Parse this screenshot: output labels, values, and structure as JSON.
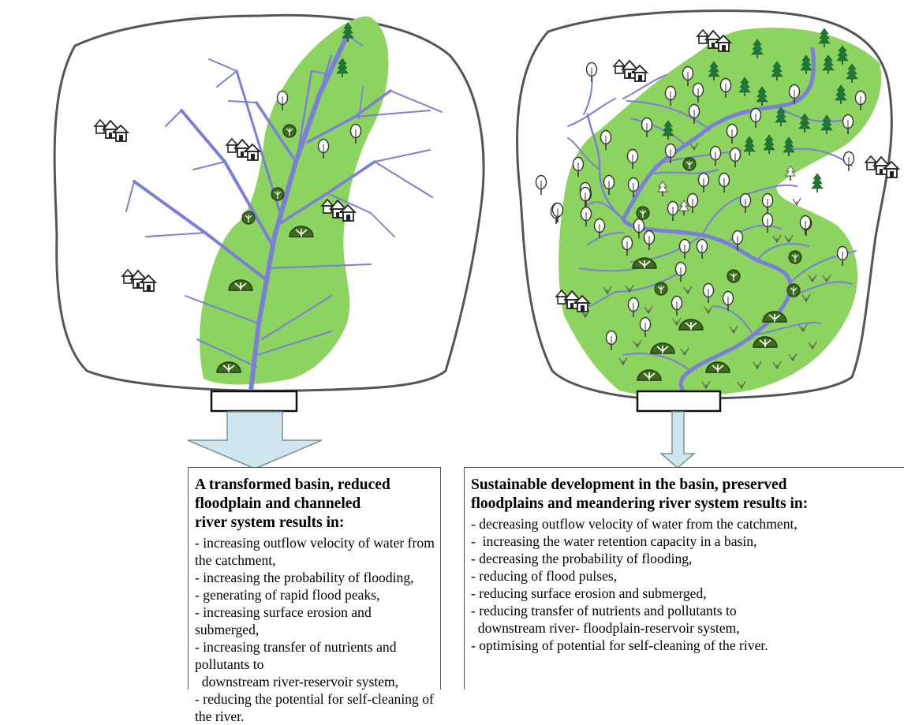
{
  "left_panel": {
    "heading_line1": "A transformed basin, reduced floodplain and channeled",
    "heading_line2": "river system results in:",
    "items": [
      "- increasing outflow velocity of water from the catchment,",
      "- increasing the probability of flooding,",
      "- generating of rapid flood peaks,",
      "- increasing surface erosion and submerged,",
      "- increasing transfer of nutrients and pollutants to",
      "  downstream river-reservoir system,",
      "- reducing the potential for self-cleaning of the river."
    ]
  },
  "right_panel": {
    "heading_line1": "Sustainable development in the basin, preserved",
    "heading_line2": "floodplains and meandering river system results in:",
    "items": [
      "- decreasing outflow velocity of water from the catchment,",
      "-  increasing the water retention capacity in a basin,",
      "- decreasing the probability of flooding,",
      "- reducing of flood pulses,",
      "- reducing surface erosion and submerged,",
      "- reducing transfer of nutrients and pollutants to",
      "  downstream river- floodplain-reservoir system,",
      "- optimising of potential for self-cleaning of the river."
    ]
  },
  "colors": {
    "floodplain": "#8dd35f",
    "river": "#7b7fd8",
    "outline": "#555555",
    "tree_dark": "#3f6b1f",
    "conifer": "#1f7a3a",
    "arrow_fill": "#cfe6ee"
  },
  "icons": [
    "house-icon",
    "deciduous-tree-icon",
    "conifer-tree-icon",
    "shrub-icon",
    "grass-icon"
  ]
}
